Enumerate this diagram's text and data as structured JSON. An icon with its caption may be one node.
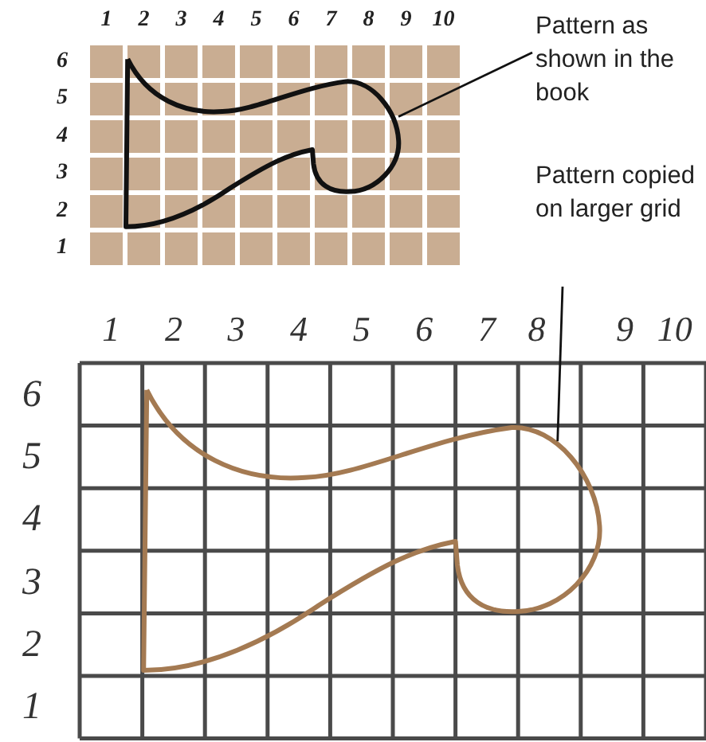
{
  "diagram": {
    "nodes": [
      {
        "text": [
          "Pattern as shown in the book"
        ]
      },
      {
        "text": [],
        "shape": "picture"
      },
      {
        "text": [
          "Pattern copied on larger grid"
        ]
      },
      {
        "text": [],
        "shape": "picture"
      }
    ],
    "edges": [
      {
        "from": 0,
        "to": 1,
        "arrow": "none"
      },
      {
        "from": 2,
        "to": 3,
        "arrow": "none"
      }
    ],
    "labels": [
      "1",
      "2",
      "3",
      "4",
      "5",
      "6",
      "7",
      "8",
      "9",
      "10",
      "6",
      "5",
      "4",
      "3",
      "2",
      "1",
      "1",
      "2",
      "3",
      "4",
      "5",
      "6",
      "7",
      "8",
      "9",
      "10",
      "6",
      "5",
      "4",
      "3",
      "2",
      "1"
    ]
  }
}
